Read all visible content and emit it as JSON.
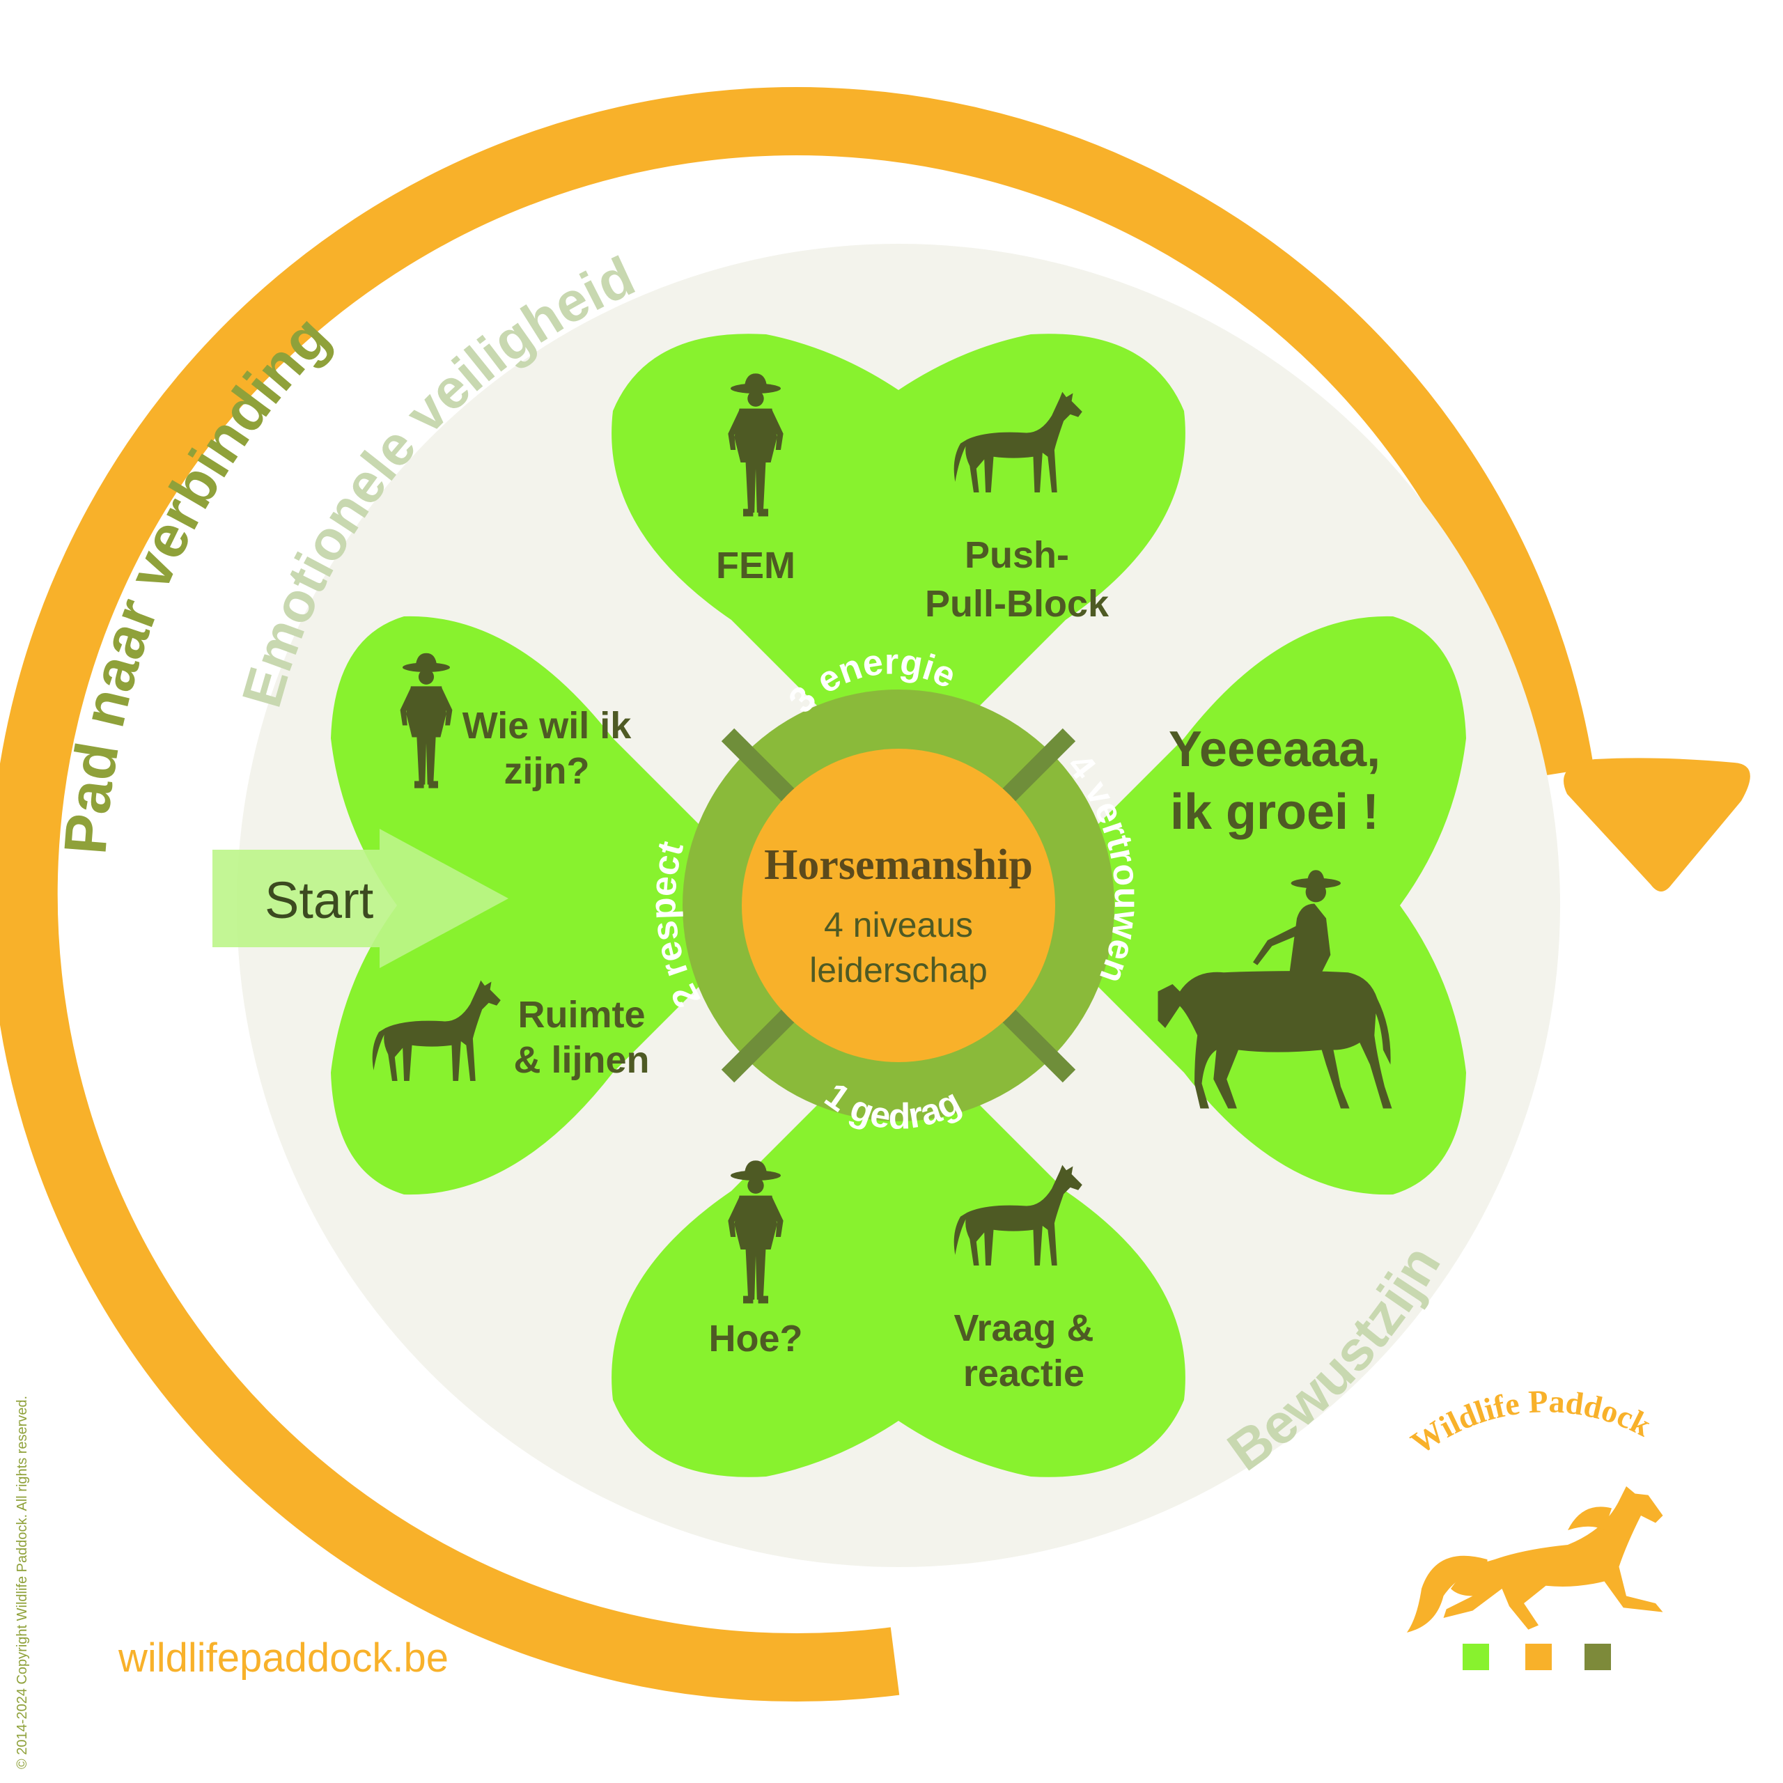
{
  "diagram": {
    "outer_arrow_label": "Pad naar verbinding",
    "ring_label_top": "Emotionele veiligheid",
    "ring_label_bottom": "Bewustzijn",
    "start_label": "Start",
    "center": {
      "title": "Horsemanship",
      "subtitle_line1": "4 niveaus",
      "subtitle_line2": "leiderschap"
    },
    "levels": {
      "level1": "1 gedrag",
      "level2": "2 respect",
      "level3": "3 energie",
      "level4": "4 vertrouwen"
    },
    "petals": {
      "top": {
        "left_label": "FEM",
        "right_line1": "Push-",
        "right_line2": "Pull-Block"
      },
      "left": {
        "top_line1": "Wie wil ik",
        "top_line2": "zijn?",
        "bottom_line1": "Ruimte",
        "bottom_line2": "& lijnen"
      },
      "bottom": {
        "left_label": "Hoe?",
        "right_line1": "Vraag &",
        "right_line2": "reactie"
      },
      "right": {
        "line1": "Yeeeaaa,",
        "line2": "ik groei !"
      }
    }
  },
  "footer": {
    "website": "wildlifepaddock.be",
    "copyright": "© 2014-2024 Copyright Wildlife Paddock. All rights reserved.",
    "logo_text": "Wildlife Paddock"
  },
  "colors": {
    "orange": "#f8b12a",
    "lime": "#88f22e",
    "olive": "#4e5a24",
    "ring_green": "#8aba3a",
    "ring_dark": "#6f8e3a",
    "ring_bg": "#f3f3ec",
    "start_arrow": "#bdf58a",
    "legend": [
      "#88f22e",
      "#f8b12a",
      "#7d8a3a"
    ]
  }
}
